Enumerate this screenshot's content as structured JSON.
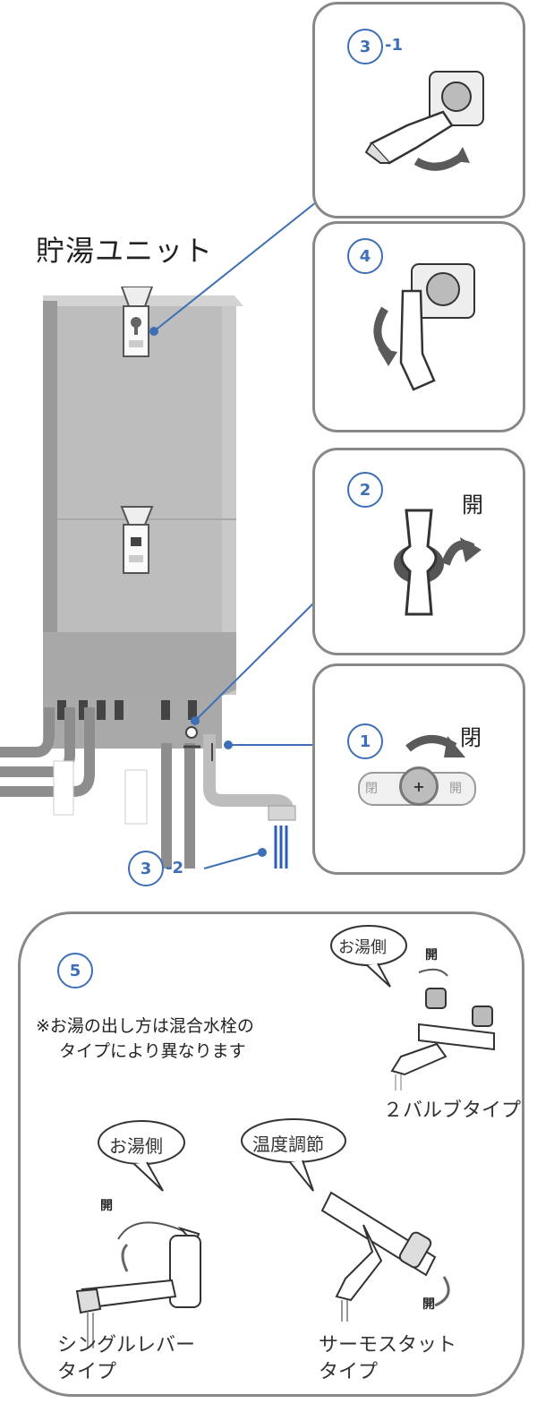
{
  "title": "貯湯ユニット",
  "steps": {
    "s3_1": {
      "num": "3",
      "suffix": "-1"
    },
    "s4": {
      "num": "4"
    },
    "s2": {
      "num": "2",
      "open": "開"
    },
    "s1": {
      "num": "1",
      "close": "閉",
      "valve_left": "閉",
      "valve_right": "開"
    },
    "s3_2": {
      "num": "3",
      "suffix": "-2"
    },
    "s5": {
      "num": "5"
    }
  },
  "faucet_panel": {
    "note_line1": "※お湯の出し方は混合水栓の",
    "note_line2": "タイプにより異なります",
    "two_valve": {
      "bubble": "お湯側",
      "open": "開",
      "caption": "２バルブタイプ"
    },
    "single_lever": {
      "bubble": "お湯側",
      "open": "開",
      "caption_line1": "シングルレバー",
      "caption_line2": "タイプ"
    },
    "thermostat": {
      "bubble": "温度調節",
      "open": "開",
      "caption_line1": "サーモスタット",
      "caption_line2": "タイプ"
    }
  },
  "colors": {
    "accent": "#3d6fb6",
    "unit_gray": "#b9b9b9",
    "border_gray": "#888888",
    "arrow_gray": "#5a5a5a"
  }
}
